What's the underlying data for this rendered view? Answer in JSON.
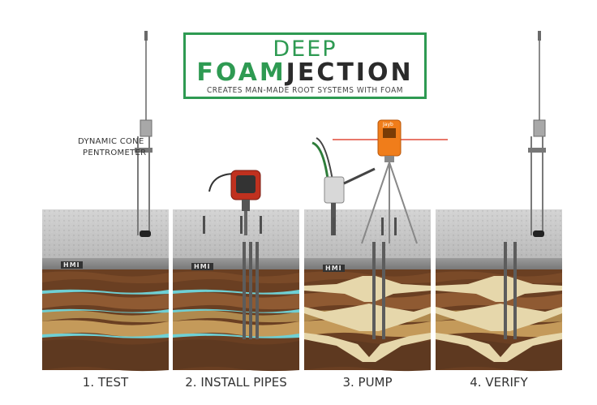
{
  "title": {
    "line1": "DEEP",
    "line2_green": "FOAM",
    "line2_dark": "JECTION",
    "subtitle": "CREATES MAN-MADE ROOT SYSTEMS WITH FOAM"
  },
  "callouts": {
    "dcp_line1": "DYNAMIC CONE",
    "dcp_line2": "PENTROMETER"
  },
  "slab_mark": "HMI",
  "level_display": "Jayb",
  "steps": [
    {
      "label": "1. TEST"
    },
    {
      "label": "2. INSTALL PIPES"
    },
    {
      "label": "3. PUMP"
    },
    {
      "label": "4. VERIFY"
    }
  ],
  "colors": {
    "brand_green": "#2e9a52",
    "dark_text": "#2b2b2b",
    "concrete": "#c4c4c4",
    "soil_dark": "#6a3f22",
    "soil_light": "#b08a4e",
    "water": "#6fd0d4",
    "foam": "#e6d7ab",
    "tool_red": "#c0311f",
    "laser_orange": "#f07d1a"
  }
}
